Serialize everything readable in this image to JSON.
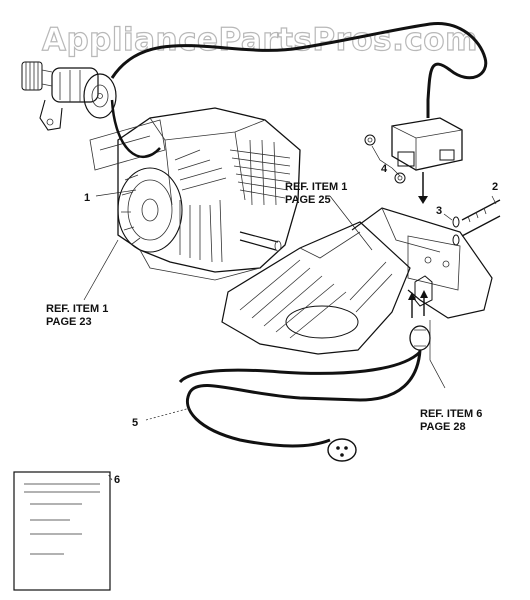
{
  "watermark": "AppliancePartsPros.com",
  "callouts": {
    "item_1": "1",
    "item_2": "2",
    "item_3": "3",
    "item_4": "4",
    "item_5": "5",
    "item_6": "6"
  },
  "references": {
    "ref_page23_line1": "REF. ITEM 1",
    "ref_page23_line2": "PAGE 23",
    "ref_page25_line1": "REF. ITEM 1",
    "ref_page25_line2": "PAGE 25",
    "ref_page28_line1": "REF. ITEM 6",
    "ref_page28_line2": "PAGE 28"
  }
}
